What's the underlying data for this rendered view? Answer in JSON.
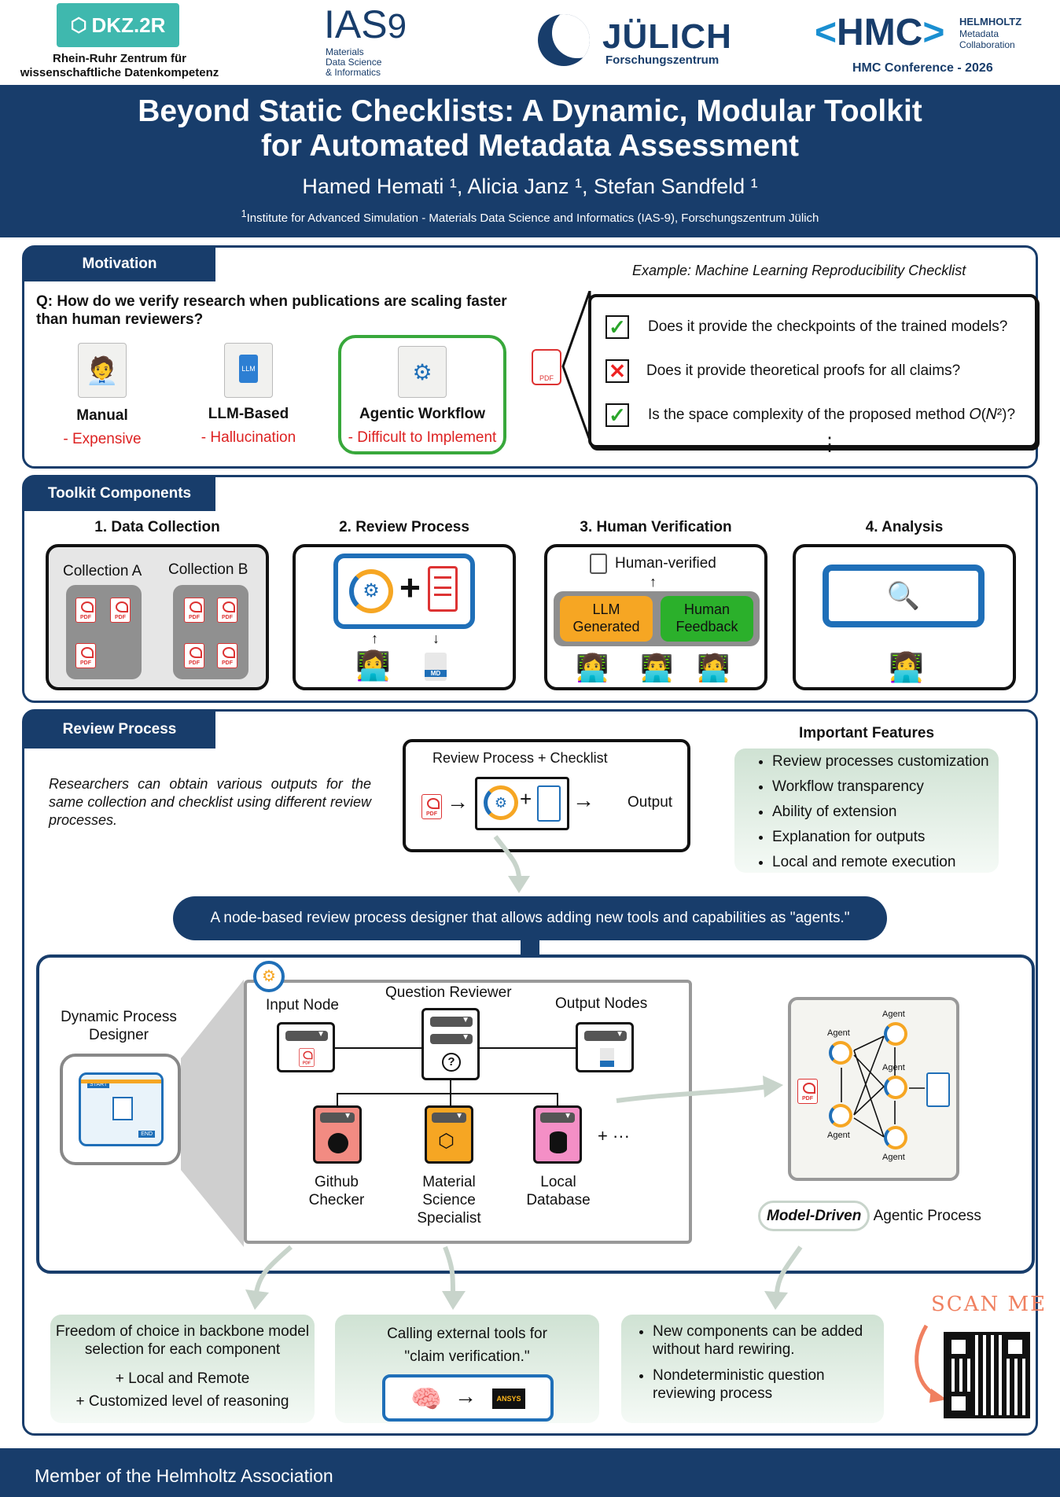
{
  "header": {
    "dkz_logo": "DKZ.2R",
    "dkz_sub": "Rhein-Ruhr Zentrum für wissenschaftliche Datenkompetenz",
    "ias_logo": "IAS",
    "ias_num": "9",
    "ias_sub1": "Materials",
    "ias_sub2": "Data Science",
    "ias_sub3": "& Informatics",
    "julich_logo": "JÜLICH",
    "julich_sub": "Forschungszentrum",
    "hmc_logo": "HMC",
    "hmc_sub1": "HELMHOLTZ",
    "hmc_sub2": "Metadata",
    "hmc_sub3": "Collaboration",
    "hmc_conf": "HMC Conference - 2026"
  },
  "title": {
    "line1": "Beyond Static Checklists: A Dynamic, Modular Toolkit",
    "line2": "for Automated Metadata Assessment",
    "authors": "Hamed Hemati ¹, Alicia Janz ¹, Stefan Sandfeld ¹",
    "affiliation_sup": "1",
    "affiliation": "Institute for Advanced Simulation - Materials Data Science and Informatics (IAS-9), Forschungszentrum Jülich"
  },
  "motivation": {
    "tab": "Motivation",
    "question_q": "Q:",
    "question": "How do we verify research when publications are scaling faster than human reviewers?",
    "methods": [
      {
        "name": "Manual",
        "issue": "- Expensive"
      },
      {
        "name": "LLM-Based",
        "issue": "- Hallucination"
      },
      {
        "name": "Agentic Workflow",
        "issue": "- Difficult to Implement"
      }
    ],
    "example_title": "Example: Machine Learning Reproducibility Checklist",
    "checklist": [
      {
        "mark": "✓",
        "text": "Does it provide the checkpoints of the trained models?"
      },
      {
        "mark": "✕",
        "text": "Does it provide theoretical proofs for all claims?"
      },
      {
        "mark": "✓",
        "text": "Is the space complexity of the proposed method 𝑂(𝑁²)?"
      }
    ],
    "ellipsis": "⋮",
    "pdf": "PDF"
  },
  "toolkit": {
    "tab": "Toolkit Components",
    "steps": [
      {
        "title": "1. Data Collection"
      },
      {
        "title": "2. Review Process"
      },
      {
        "title": "3. Human Verification"
      },
      {
        "title": "4. Analysis"
      }
    ],
    "collection_a": "Collection A",
    "collection_b": "Collection B",
    "human_verified": "Human-verified",
    "llm_generated": "LLM Generated",
    "human_feedback": "Human Feedback",
    "md": "MD",
    "colors": {
      "orange": "#f6a623",
      "green": "#2bb02b",
      "blue": "#1f6fb8"
    }
  },
  "review": {
    "tab": "Review Process",
    "desc": "Researchers can obtain various outputs for the same collection and checklist using different review processes.",
    "diagram_title": "Review Process + Checklist",
    "output": "Output",
    "features_title": "Important Features",
    "features": [
      "Review processes customization",
      "Workflow transparency",
      "Ability of extension",
      "Explanation for outputs",
      "Local and remote execution"
    ],
    "banner": "A node-based review process designer that allows adding new tools and capabilities as \"agents.\"",
    "designer": "Dynamic Process Designer",
    "input_node": "Input Node",
    "question_reviewer": "Question Reviewer",
    "output_nodes": "Output Nodes",
    "tools": [
      {
        "name": "Github Checker",
        "color": "#f28b82"
      },
      {
        "name": "Material Science Specialist",
        "color": "#f6a623"
      },
      {
        "name": "Local Database",
        "color": "#f48fc6"
      }
    ],
    "plus_more": "+ ···",
    "agent": "Agent",
    "model_driven": "Model-Driven",
    "agentic_process": "Agentic Process",
    "start": "START",
    "end": "END"
  },
  "bottom": {
    "box1_line1": "Freedom of choice in backbone model selection for each component",
    "box1_line2": "+ Local and Remote",
    "box1_line3": "+ Customized level of reasoning",
    "box2_line1": "Calling external tools for \"claim verification.\"",
    "box2_tool": "ANSYS",
    "box3_items": [
      "New components can be added without hard rewiring.",
      "Nondeterministic question reviewing process"
    ],
    "scan_me": "SCAN ME"
  },
  "footer": {
    "text": "Member of the Helmholtz Association"
  }
}
